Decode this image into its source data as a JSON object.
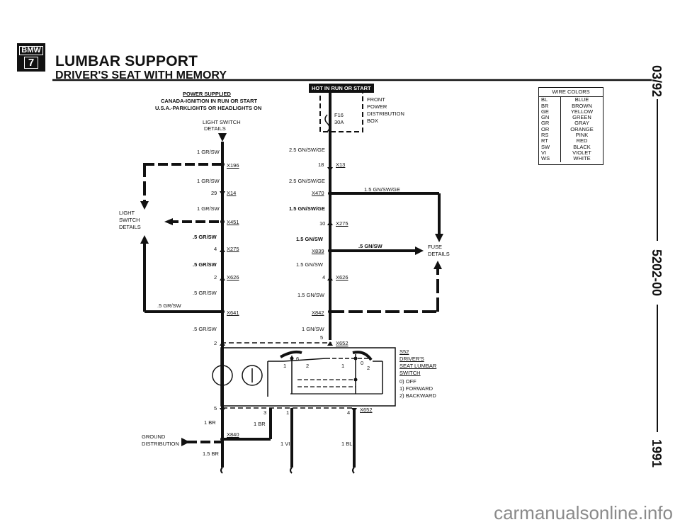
{
  "header": {
    "logo_top": "BMW",
    "logo_bottom": "7",
    "title": "LUMBAR SUPPORT",
    "subtitle": "DRIVER'S SEAT WITH MEMORY"
  },
  "side_text": {
    "top": "03/92",
    "middle": "5202-00",
    "bottom": "1991"
  },
  "power": {
    "heading": "POWER SUPPLIED",
    "line1": "CANADA-IGNITION IN RUN OR START",
    "line2": "U.S.A.-PARKLIGHTS OR HEADLIGHTS ON",
    "light_switch_1": "LIGHT SWITCH",
    "light_switch_2": "DETAILS",
    "hot_label": "HOT IN RUN OR START"
  },
  "fuse_box": {
    "fuse": "F16",
    "amps": "30A",
    "name_1": "FRONT",
    "name_2": "POWER",
    "name_3": "DISTRIBUTION",
    "name_4": "BOX"
  },
  "left_side": {
    "light_switch_1": "LIGHT",
    "light_switch_2": "SWITCH",
    "light_switch_3": "DETAILS",
    "wire_gr_sw_small": ".5 GR/SW"
  },
  "wires": {
    "w1": "1 GR/SW",
    "w2": "1 GR/SW",
    "w3": "1 GR/SW",
    "w4": ".5 GR/SW",
    "w5": ".5 GR/SW",
    "w6": ".5 GR/SW",
    "w7": ".5 GR/SW",
    "r1": "2.5 GN/SW/GE",
    "r2": "2.5 GN/SW/GE",
    "r3": "1.5 GN/SW/GE",
    "r4": "1.5 GN/SW",
    "r5": "1.5 GN/SW",
    "r6": "1.5 GN/SW",
    "r7": "1 GN/SW",
    "h1": "1.5 GN/SW/GE",
    "h2": ".5 GN/SW",
    "b1": "1 BR",
    "b2": "1 BR",
    "b3": "1.5 BR",
    "b4": "1 VI",
    "b5": "1 BL"
  },
  "connectors": {
    "x196": "X196",
    "x14": "X14",
    "x14_pin": "29",
    "x451": "X451",
    "x275a": "X275",
    "x275a_pin": "4",
    "x626a": "X626",
    "x626a_pin": "2",
    "x641": "X641",
    "x13": "X13",
    "x13_pin": "18",
    "x470": "X470",
    "x275b": "X275",
    "x275b_pin": "10",
    "x839": "X839",
    "x626b": "X626",
    "x626b_pin": "4",
    "x842": "X842",
    "x652a": "X652",
    "x652a_pin_r": "5",
    "x652a_pin_l": "2",
    "x652b": "X652",
    "x652b_pin_5": "5",
    "x652b_pin_3": "3",
    "x652b_pin_1": "1",
    "x652b_pin_4": "4",
    "x840": "X840"
  },
  "switch": {
    "id": "S52",
    "name_1": "DRIVER'S",
    "name_2": "SEAT LUMBAR",
    "name_3": "SWITCH",
    "pos0": "0) OFF",
    "pos1": "1) FORWARD",
    "pos2": "2) BACKWARD",
    "pin_6": "6",
    "pin_2": "2",
    "pin_1": "1",
    "pin_0": "0",
    "pin_2b": "2",
    "pin_1l": "1"
  },
  "fuse_details_1": "FUSE",
  "fuse_details_2": "DETAILS",
  "ground_1": "GROUND",
  "ground_2": "DISTRIBUTION",
  "wire_colors": {
    "heading": "WIRE COLORS",
    "rows": [
      [
        "BL",
        "BLUE"
      ],
      [
        "BR",
        "BROWN"
      ],
      [
        "GE",
        "YELLOW"
      ],
      [
        "GN",
        "GREEN"
      ],
      [
        "GR",
        "GRAY"
      ],
      [
        "OR",
        "ORANGE"
      ],
      [
        "RS",
        "PINK"
      ],
      [
        "RT",
        "RED"
      ],
      [
        "SW",
        "BLACK"
      ],
      [
        "VI",
        "VIOLET"
      ],
      [
        "WS",
        "WHITE"
      ]
    ]
  },
  "watermark": "carmanualsonline.info"
}
